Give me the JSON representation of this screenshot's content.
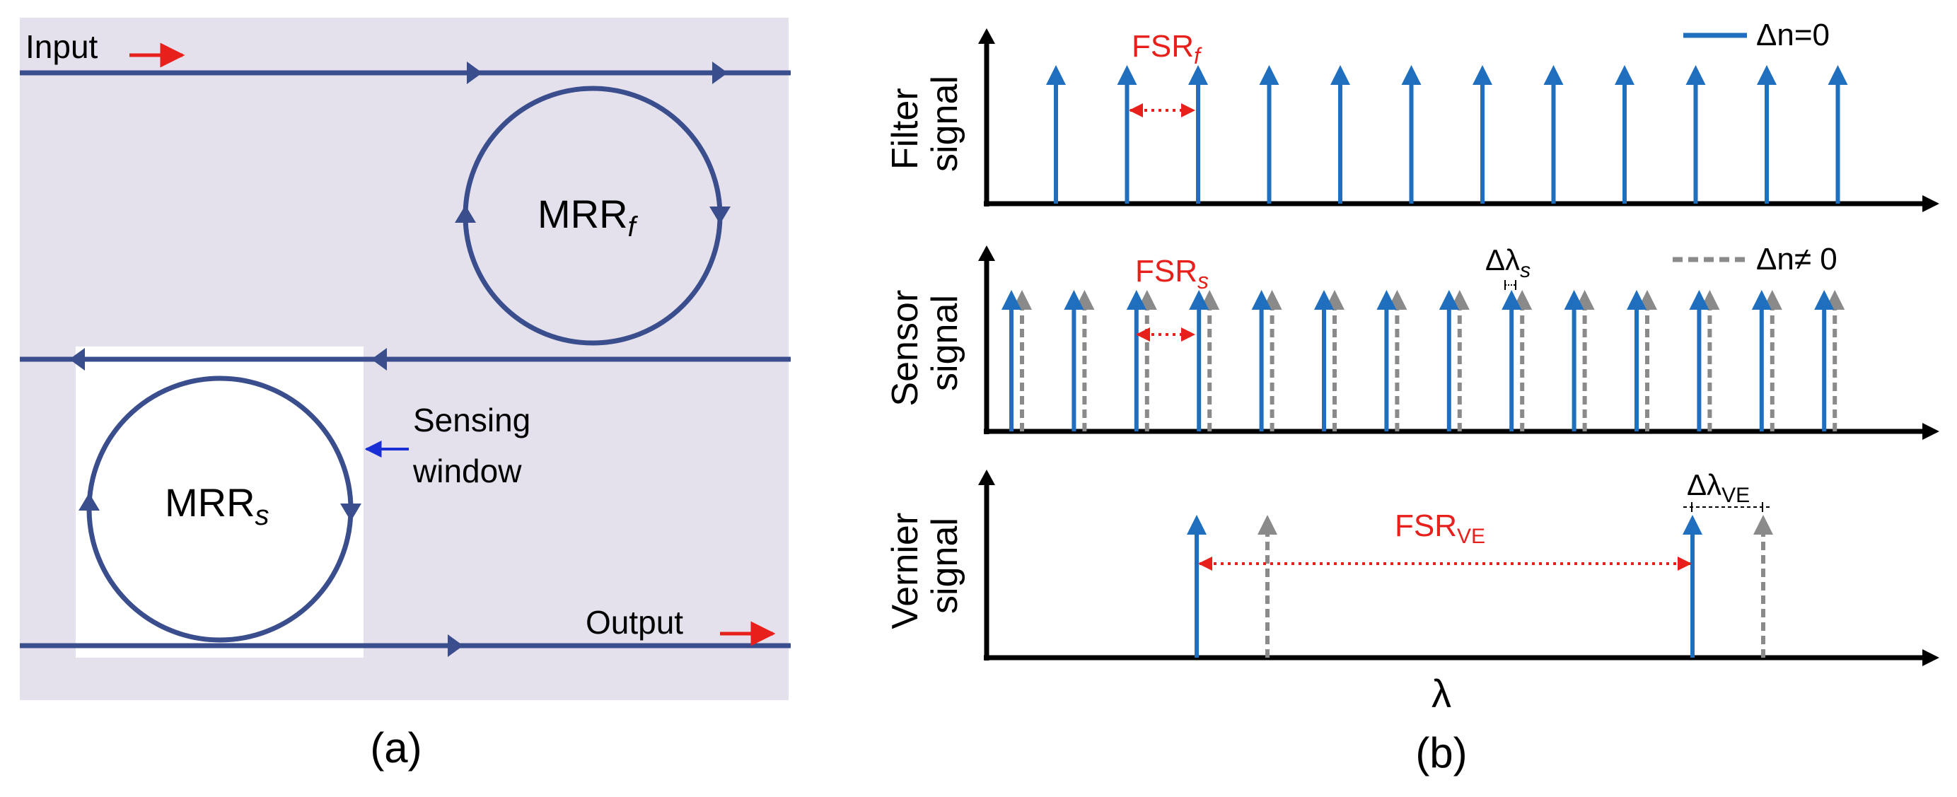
{
  "panel_a": {
    "input_label": "Input",
    "output_label": "Output",
    "sensing_window_line1": "Sensing",
    "sensing_window_line2": "window",
    "mrr_filter_base": "MRR",
    "mrr_filter_sub": "f",
    "mrr_sensor_base": "MRR",
    "mrr_sensor_sub": "s",
    "caption": "(a)"
  },
  "panel_b": {
    "caption": "(b)",
    "x_axis_label": "λ",
    "filter": {
      "ylabel_line1": "Filter",
      "ylabel_line2": "signal",
      "fsr_base": "FSR",
      "fsr_sub": "f",
      "legend_label": "Δn=0"
    },
    "sensor": {
      "ylabel_line1": "Sensor",
      "ylabel_line2": "signal",
      "fsr_base": "FSR",
      "fsr_sub": "s",
      "shift_base": "Δλ",
      "shift_sub": "s",
      "legend_label": "Δn≠ 0"
    },
    "vernier": {
      "ylabel_line1": "Vernier",
      "ylabel_line2": "signal",
      "fsr_base": "FSR",
      "fsr_sub": "VE",
      "shift_base": "Δλ",
      "shift_sub": "VE"
    }
  },
  "colors": {
    "waveguide": "#3a4d8c",
    "panel_bg": "#e4e1ec",
    "window_bg": "#ffffff",
    "peak_blue": "#1f6fbe",
    "peak_gray": "#8a8a8a",
    "annotation_red": "#e8201c",
    "sensing_arrow": "#1a2ed6",
    "axis": "#000000"
  }
}
